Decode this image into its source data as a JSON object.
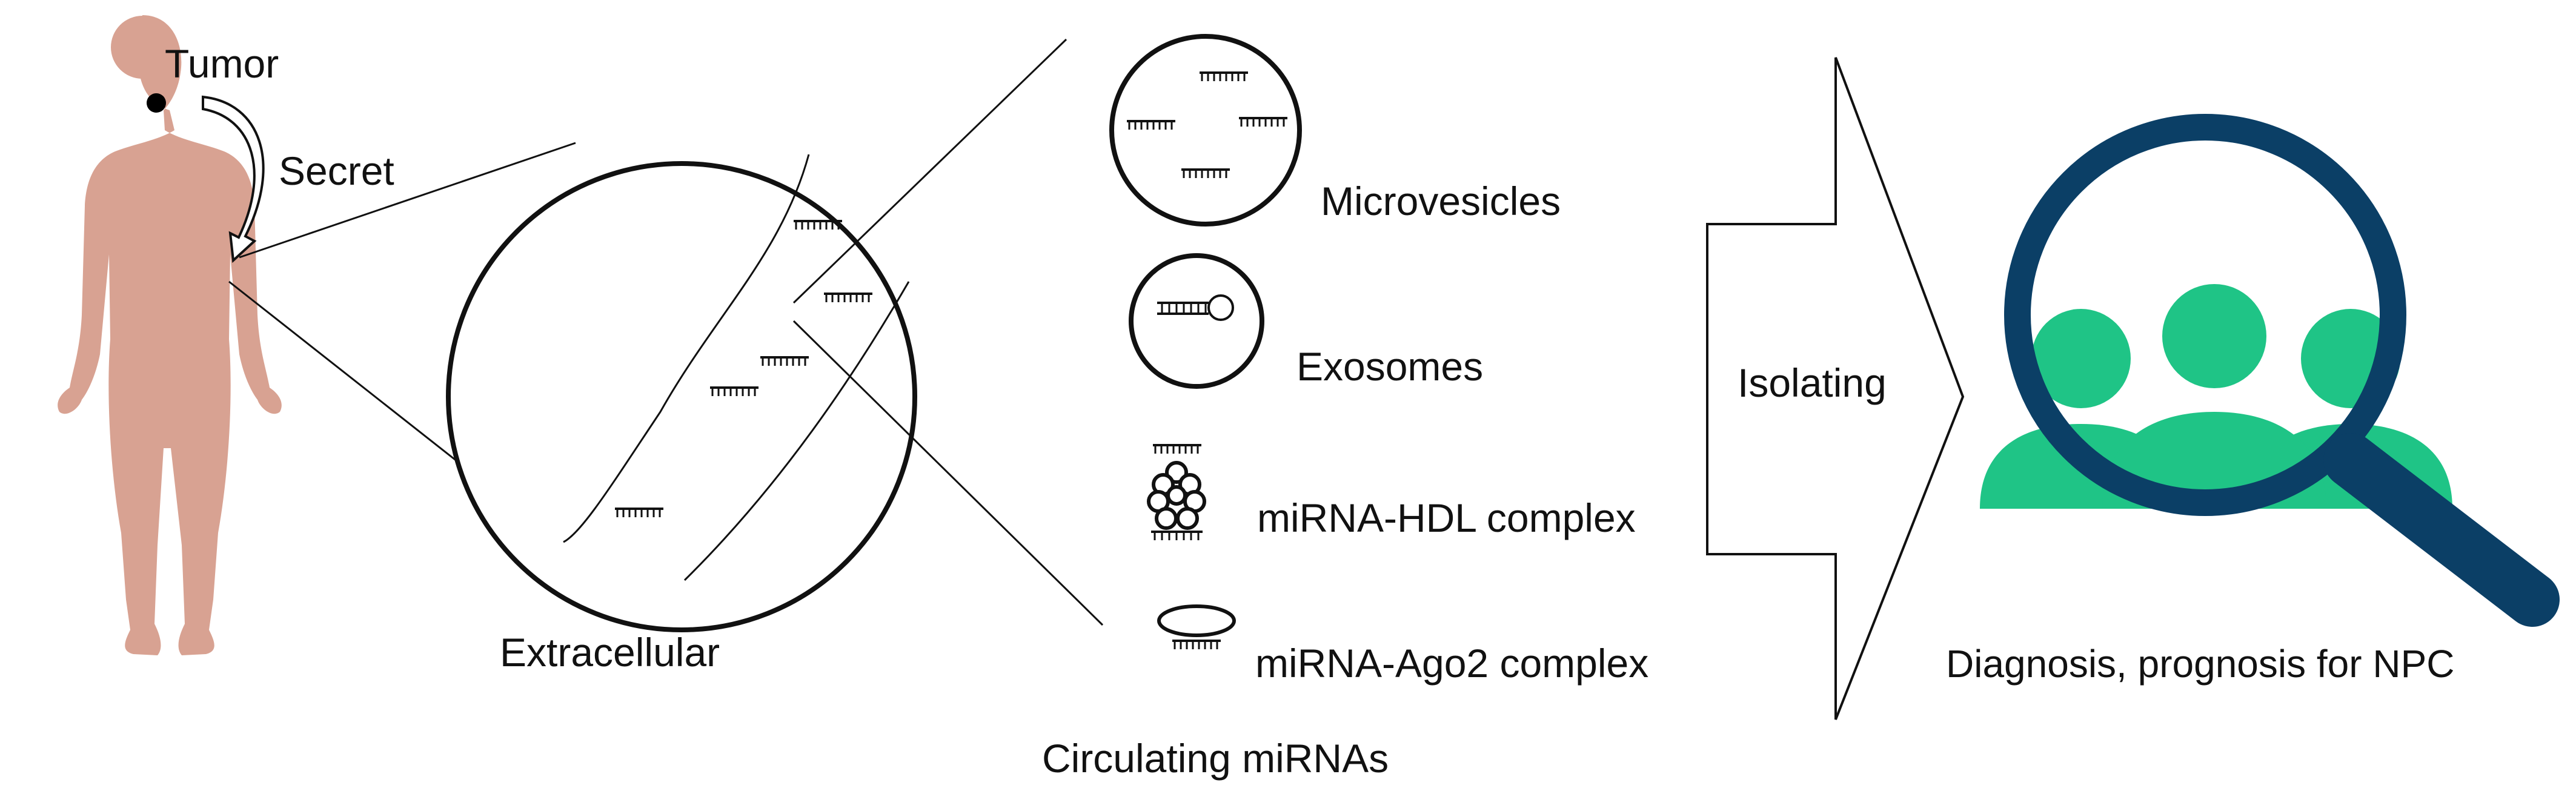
{
  "labels": {
    "tumor": "Tumor",
    "secret": "Secret",
    "extracellular": "Extracellular",
    "microvesicles": "Microvesicles",
    "exosomes": "Exosomes",
    "hdl_complex": "miRNA-HDL complex",
    "ago2_complex": "miRNA-Ago2 complex",
    "circulating": "Circulating miRNAs",
    "isolating": "Isolating",
    "diagnosis": "Diagnosis, prognosis for NPC"
  },
  "colors": {
    "body": "#d8a292",
    "people": "#1fc486",
    "magnifier": "#0b3f66",
    "line": "#111111"
  },
  "icons": {
    "person": "human-body-silhouette",
    "search": "magnifier-over-people-icon"
  }
}
